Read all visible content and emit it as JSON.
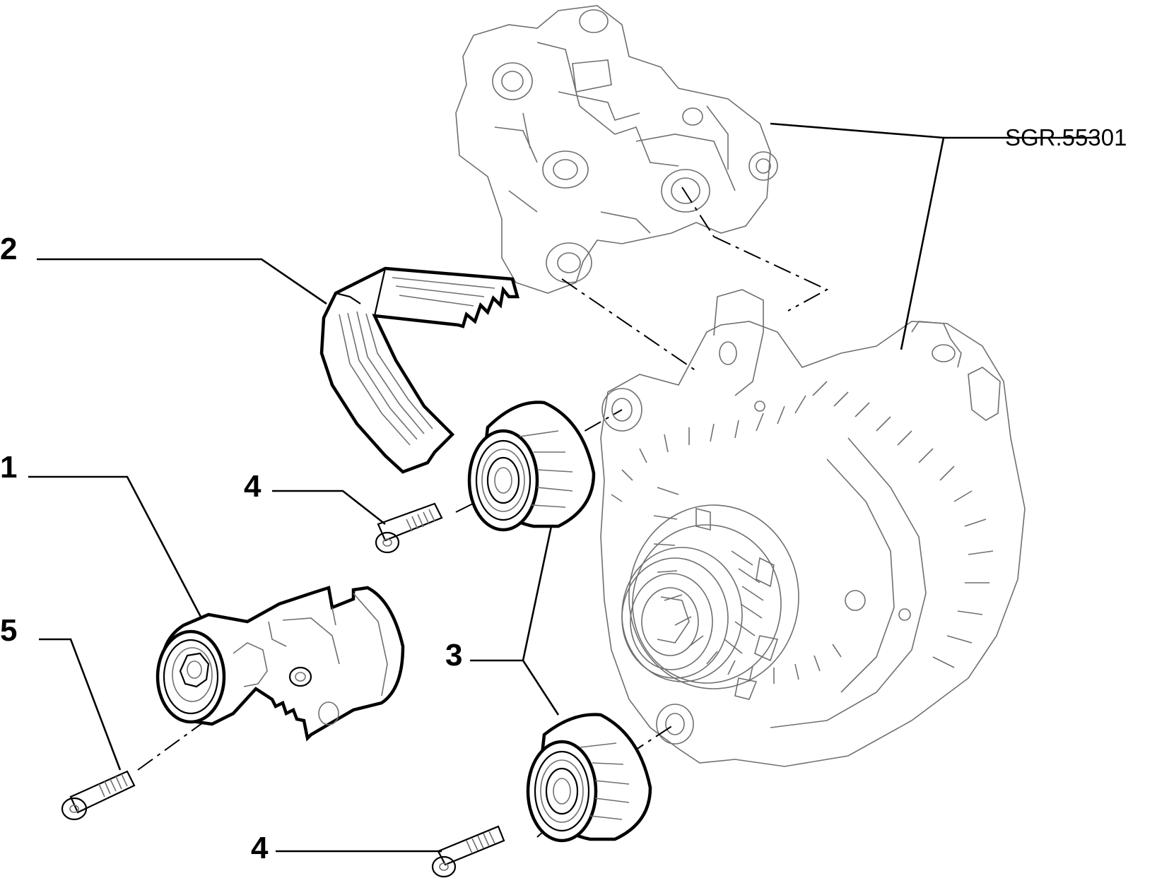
{
  "callouts": {
    "part_1": "1",
    "part_2": "2",
    "part_3": "3",
    "part_4_upper": "4",
    "part_4_lower": "4",
    "part_5": "5",
    "reference_group": "SGR.55301"
  },
  "line_color": "#000000",
  "background": "#ffffff"
}
